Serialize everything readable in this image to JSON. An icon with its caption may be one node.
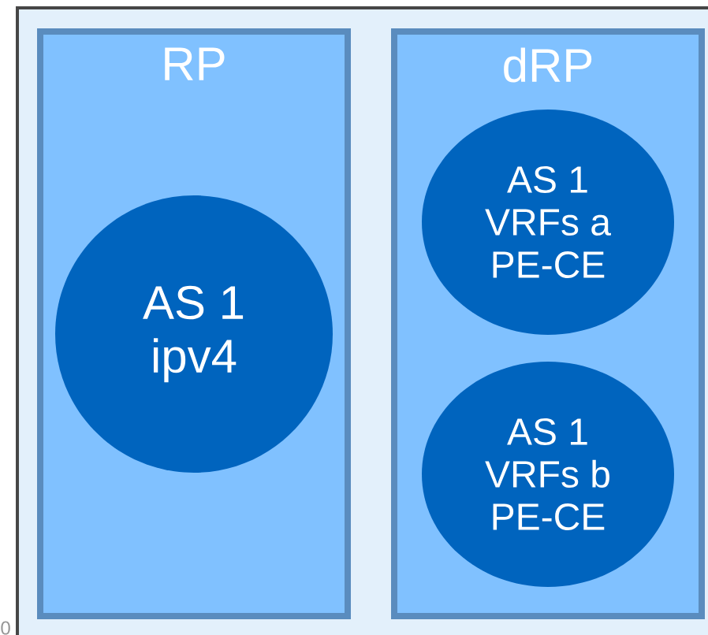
{
  "diagram": {
    "nodes": [
      {
        "text": [
          "RP"
        ]
      },
      {
        "text": [
          "AS 1 ipv4"
        ],
        "in": 0
      },
      {
        "text": [
          "dRP"
        ]
      },
      {
        "text": [
          "AS 1 VRFs a PE-CE"
        ],
        "in": 2
      },
      {
        "text": [
          "AS 1 VRFs b PE-CE"
        ],
        "in": 2
      }
    ],
    "labels": [
      "0"
    ]
  }
}
